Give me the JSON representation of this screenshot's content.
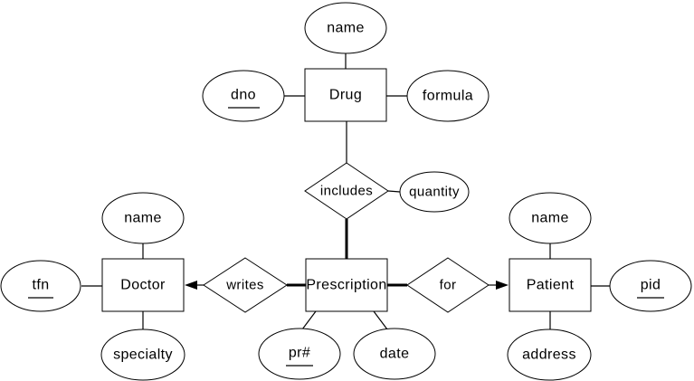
{
  "diagram_type": "entity-relationship",
  "colors": {
    "background": "#ffffff",
    "stroke": "#000000",
    "text": "#000000",
    "shape_fill": "#ffffff"
  },
  "entities": {
    "drug": {
      "label": "Drug"
    },
    "doctor": {
      "label": "Doctor"
    },
    "prescription": {
      "label": "Prescription"
    },
    "patient": {
      "label": "Patient"
    }
  },
  "relationships": {
    "includes": {
      "label": "includes",
      "between": [
        "Drug",
        "Prescription"
      ],
      "arrow_into": null
    },
    "writes": {
      "label": "writes",
      "between": [
        "Doctor",
        "Prescription"
      ],
      "arrow_into": "Doctor"
    },
    "for": {
      "label": "for",
      "between": [
        "Prescription",
        "Patient"
      ],
      "arrow_into": "Patient"
    }
  },
  "attributes": {
    "drug_name": {
      "label": "name",
      "of": "Drug",
      "key": false
    },
    "dno": {
      "label": "dno",
      "of": "Drug",
      "key": true
    },
    "formula": {
      "label": "formula",
      "of": "Drug",
      "key": false
    },
    "quantity": {
      "label": "quantity",
      "of": "includes",
      "key": false
    },
    "doctor_name": {
      "label": "name",
      "of": "Doctor",
      "key": false
    },
    "tfn": {
      "label": "tfn",
      "of": "Doctor",
      "key": true
    },
    "specialty": {
      "label": "specialty",
      "of": "Doctor",
      "key": false
    },
    "pr_num": {
      "label": "pr#",
      "of": "Prescription",
      "key": true
    },
    "date": {
      "label": "date",
      "of": "Prescription",
      "key": false
    },
    "patient_name": {
      "label": "name",
      "of": "Patient",
      "key": false
    },
    "pid": {
      "label": "pid",
      "of": "Patient",
      "key": true
    },
    "address": {
      "label": "address",
      "of": "Patient",
      "key": false
    }
  },
  "edges": [
    {
      "from": "name",
      "to": "Drug",
      "style": "thin"
    },
    {
      "from": "dno",
      "to": "Drug",
      "style": "thin"
    },
    {
      "from": "Drug",
      "to": "formula",
      "style": "thin"
    },
    {
      "from": "Drug",
      "to": "includes",
      "style": "thin"
    },
    {
      "from": "includes",
      "to": "quantity",
      "style": "thin"
    },
    {
      "from": "includes",
      "to": "Prescription",
      "style": "thick"
    },
    {
      "from": "writes",
      "to": "Doctor",
      "style": "thin",
      "arrow": true
    },
    {
      "from": "Prescription",
      "to": "writes",
      "style": "thick"
    },
    {
      "from": "Prescription",
      "to": "for",
      "style": "thick"
    },
    {
      "from": "for",
      "to": "Patient",
      "style": "thin",
      "arrow": true
    },
    {
      "from": "name",
      "to": "Doctor",
      "style": "thin"
    },
    {
      "from": "tfn",
      "to": "Doctor",
      "style": "thin"
    },
    {
      "from": "Doctor",
      "to": "specialty",
      "style": "thin"
    },
    {
      "from": "Prescription",
      "to": "pr#",
      "style": "thin"
    },
    {
      "from": "Prescription",
      "to": "date",
      "style": "thin"
    },
    {
      "from": "name",
      "to": "Patient",
      "style": "thin"
    },
    {
      "from": "Patient",
      "to": "pid",
      "style": "thin"
    },
    {
      "from": "Patient",
      "to": "address",
      "style": "thin"
    }
  ]
}
